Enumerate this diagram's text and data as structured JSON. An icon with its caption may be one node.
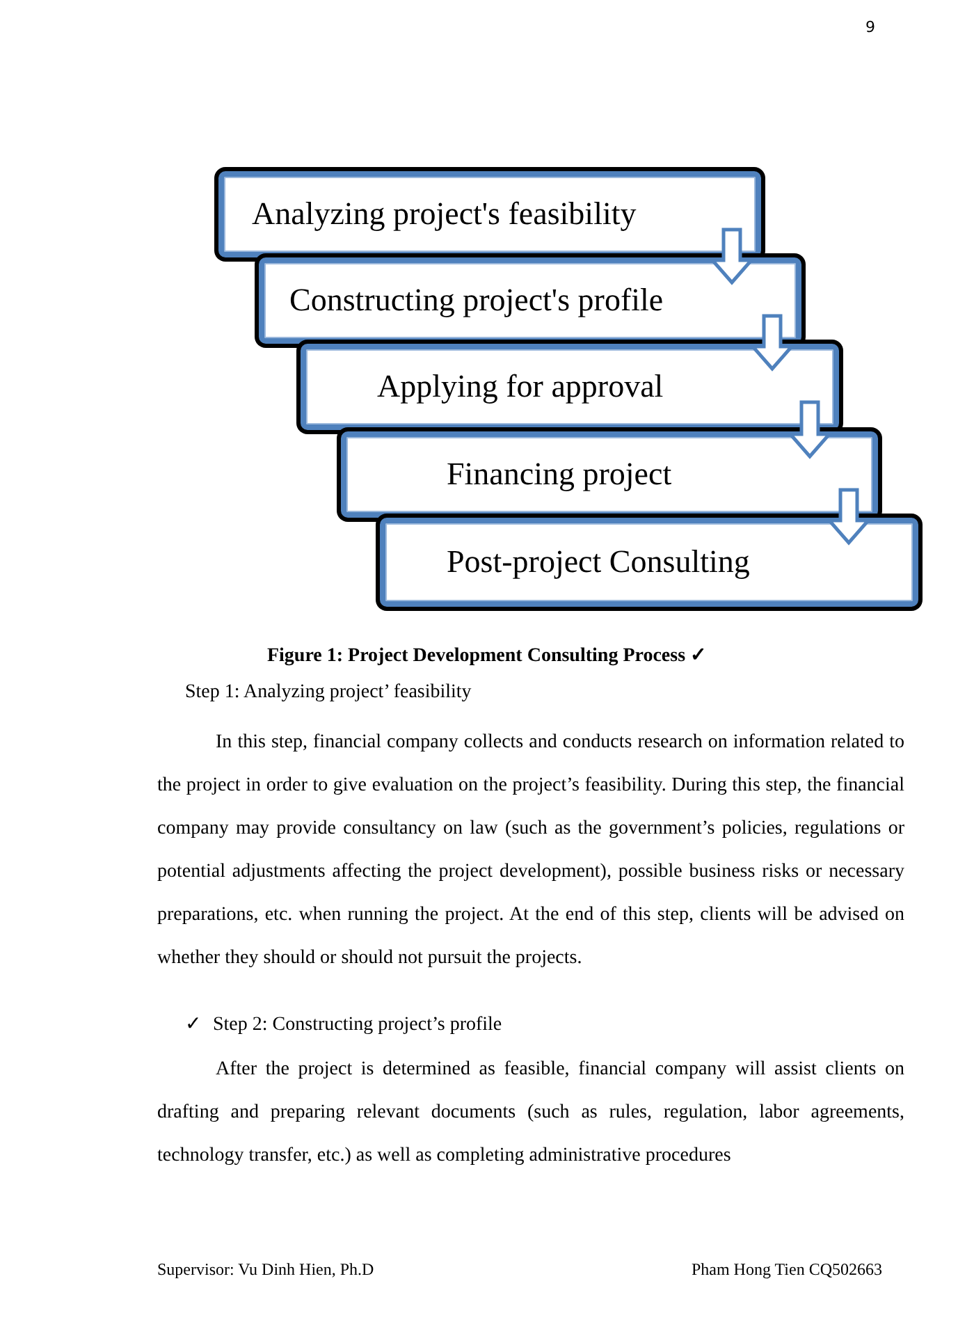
{
  "diagram": {
    "caption": "Figure 1: Project Development Consulting Process ✓",
    "nodes": [
      {
        "text": [
          "Analyzing project's feasibility"
        ]
      },
      {
        "text": [
          "Constructing project's profile"
        ]
      },
      {
        "text": [
          "Applying for approval"
        ]
      },
      {
        "text": [
          "Financing project"
        ]
      },
      {
        "text": [
          "Post-project Consulting"
        ]
      }
    ],
    "edges": [
      {
        "from": 0,
        "to": 1,
        "arrow": "to"
      },
      {
        "from": 1,
        "to": 2,
        "arrow": "to"
      },
      {
        "from": 2,
        "to": 3,
        "arrow": "to"
      },
      {
        "from": 3,
        "to": 4,
        "arrow": "to"
      }
    ],
    "labels": [
      "9",
      "Step 1: Analyzing project’ feasibility",
      "In this step, financial company collects and conducts research on information related to the project in order to give evaluation on the project’s feasibility.  During this step, the financial company may provide consultancy on law (such as the government’s policies, regulations or potential adjustments affecting the project development), possible business risks or necessary preparations, etc. when running the project. At the end of this step, clients will be advised on whether they should or should not pursuit the projects.",
      "✓",
      "Step 2: Constructing project’s profile",
      "After the project is determined as feasible, financial company will assist clients on drafting and preparing relevant documents (such as rules, regulation, labor agreements, technology transfer, etc.) as well as completing administrative procedures",
      "Supervisor: Vu Dinh Hien, Ph.D",
      "Pham Hong Tien CQ502663"
    ]
  }
}
